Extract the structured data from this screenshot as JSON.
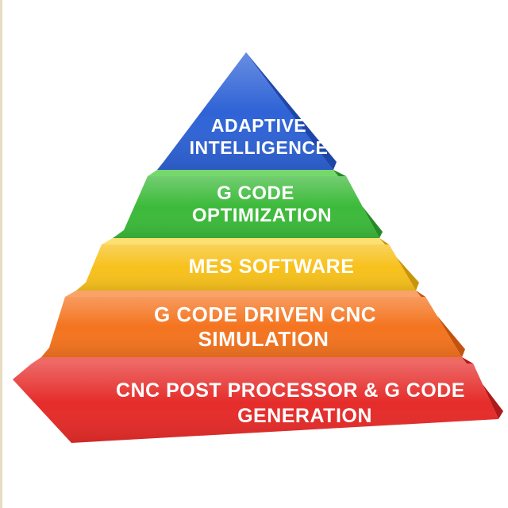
{
  "pyramid": {
    "tiers": [
      {
        "lines": [
          "ADAPTIVE",
          "INTELLIGENCE"
        ],
        "color": "#2f63d6",
        "color_dark": "#1e46a8",
        "color_top": "#5f8cf0"
      },
      {
        "lines": [
          "G CODE",
          "OPTIMIZATION"
        ],
        "color": "#3cba3a",
        "color_dark": "#268a27",
        "color_top": "#76d86c"
      },
      {
        "lines": [
          "MES SOFTWARE"
        ],
        "color": "#f7c11c",
        "color_dark": "#c9940c",
        "color_top": "#fde072"
      },
      {
        "lines": [
          "G CODE DRIVEN CNC",
          "SIMULATION"
        ],
        "color": "#f4741f",
        "color_dark": "#c4520f",
        "color_top": "#f9a36a"
      },
      {
        "lines": [
          "CNC POST PROCESSOR & G CODE",
          "GENERATION"
        ],
        "color": "#e52c2a",
        "color_dark": "#b01a1a",
        "color_top": "#f06a64"
      }
    ]
  }
}
